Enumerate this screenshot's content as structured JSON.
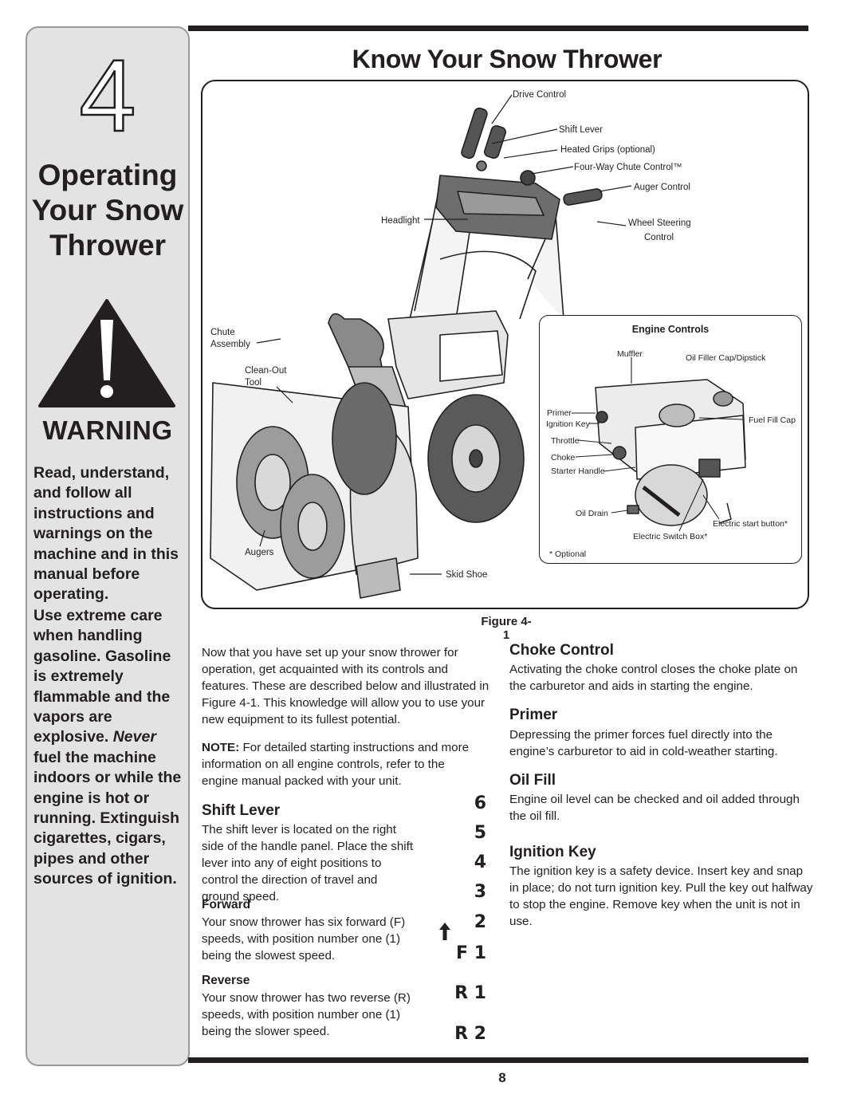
{
  "sidebar": {
    "chapter_number": "4",
    "title_line1": "Operating",
    "title_line2": "Your Snow",
    "title_line3": "Thrower",
    "warning_label": "WARNING",
    "paragraph1": "Read, understand, and follow all instructions and warnings on the machine and in this manual before operating.",
    "paragraph2_part1": "Use extreme care when handling gasoline. Gasoline is extremely flammable and the vapors are explosive. ",
    "paragraph2_never": "Never",
    "paragraph2_part2": " fuel the machine indoors or while the engine is hot or running. Extinguish cigarettes, cigars, pipes and other sources of ignition."
  },
  "page_title": "Know Your Snow Thrower",
  "figure": {
    "callouts": {
      "drive_control": "Drive Control",
      "shift_lever": "Shift Lever",
      "heated_grips": "Heated Grips (optional)",
      "four_way_chute": "Four-Way Chute Control™",
      "auger_control": "Auger Control",
      "headlight": "Headlight",
      "wheel_steering_1": "Wheel Steering",
      "wheel_steering_2": "Control",
      "chute_assembly_1": "Chute",
      "chute_assembly_2": "Assembly",
      "clean_out_1": "Clean-Out",
      "clean_out_2": "Tool",
      "augers": "Augers",
      "skid_shoe": "Skid Shoe"
    },
    "engine_controls": {
      "title": "Engine Controls",
      "muffler": "Muffler",
      "oil_filler": "Oil Filler Cap/Dipstick",
      "primer": "Primer",
      "ignition_key": "Ignition Key",
      "fuel_fill_cap": "Fuel Fill Cap",
      "throttle": "Throttle",
      "choke": "Choke",
      "starter_handle": "Starter Handle",
      "oil_drain": "Oil Drain",
      "electric_start_button": "Electric start button*",
      "electric_switch_box": "Electric Switch Box*",
      "optional_note": "* Optional"
    },
    "caption": "Figure 4-1"
  },
  "intro": "Now that you have set up your snow thrower for operation, get acquainted with its controls and features. These are described below and illustrated  in Figure 4-1. This knowledge will allow you to use your new equipment to its fullest potential.",
  "note_label": "NOTE:",
  "note_text": " For detailed starting instructions and more information on all engine controls, refer to the engine manual packed with your unit.",
  "shift_lever": {
    "heading": "Shift Lever",
    "text": "The shift lever is located on the right side of the handle panel. Place the shift lever into any of eight positions to control the direction of travel and ground speed.",
    "forward_heading": "Forward",
    "forward_text": "Your snow thrower has six forward (F) speeds, with position number one (1) being the slowest speed.",
    "reverse_heading": "Reverse",
    "reverse_text": "Your snow thrower has two reverse (R) speeds, with position number one (1) being the slower speed.",
    "positions": [
      "6",
      "5",
      "4",
      "3",
      "2",
      "F 1",
      "R 1",
      "R 2"
    ]
  },
  "choke_control": {
    "heading": "Choke Control",
    "text": "Activating the choke control closes the choke plate on the carburetor and aids in starting the engine."
  },
  "primer": {
    "heading": "Primer",
    "text": "Depressing the primer forces fuel directly into the engine’s carburetor to aid in cold-weather starting."
  },
  "oil_fill": {
    "heading": "Oil Fill",
    "text": "Engine oil level can be checked and oil added through the oil fill."
  },
  "ignition_key": {
    "heading": "Ignition Key",
    "text": "The ignition key is a safety device. Insert key and snap in place; do not turn ignition key. Pull the key out halfway to stop the engine. Remove key when the unit is not in use."
  },
  "page_number": "8"
}
